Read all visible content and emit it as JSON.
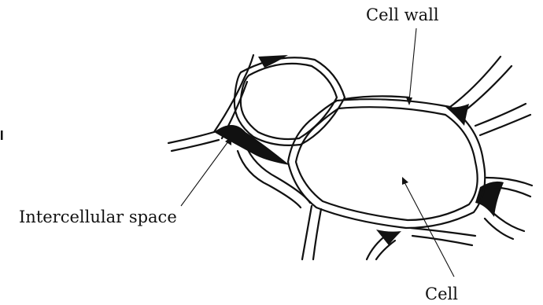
{
  "diagram": {
    "labels": {
      "cell_wall": "Cell wall",
      "intercellular_space": "Intercellular space",
      "cell": "Cell"
    },
    "colors": {
      "line": "#111111",
      "background": "#ffffff"
    }
  }
}
